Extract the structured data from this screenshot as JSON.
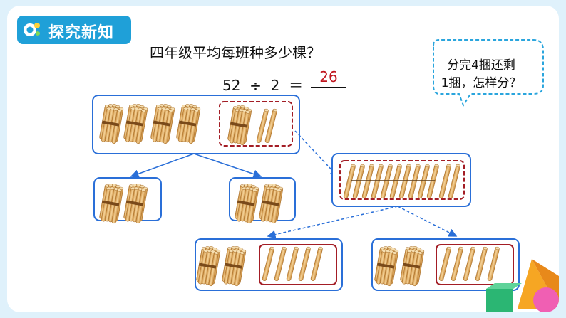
{
  "header": {
    "title": "探究新知"
  },
  "question": "四年级平均每班种多少棵？",
  "equation": {
    "lhs": "52  ÷  2  ＝",
    "answer": "26"
  },
  "speech_bubble": {
    "line1": "分完4捆还剩",
    "line2": "1捆，怎样分？"
  },
  "colors": {
    "accent": "#1fa0d8",
    "answer": "#c0151e",
    "box_border": "#2a6fd8",
    "dashed_box": "#a31d25",
    "stick": "#e8b865"
  }
}
